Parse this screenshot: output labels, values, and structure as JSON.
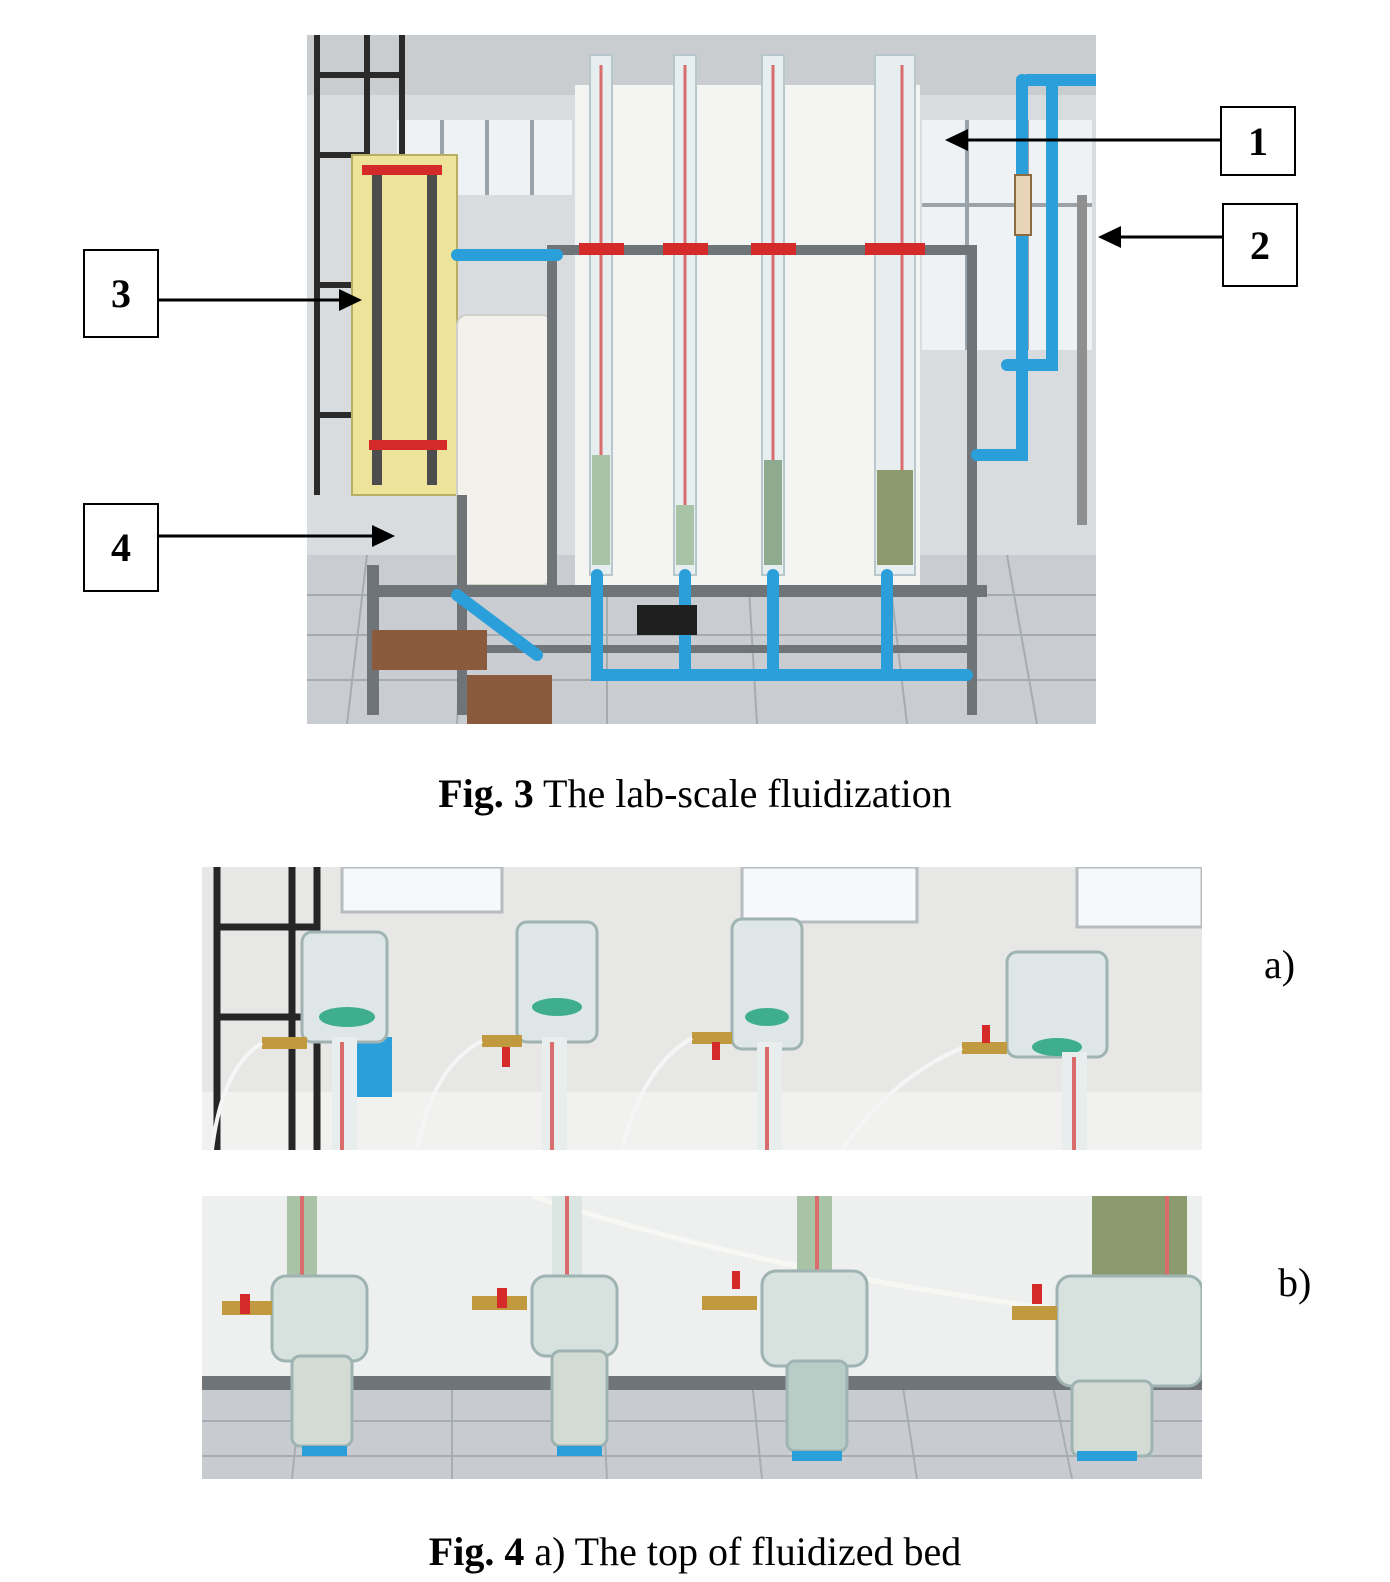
{
  "figure3": {
    "callouts": [
      "1",
      "2",
      "3",
      "4"
    ],
    "caption_label": "Fig. 3",
    "caption_text": " The lab-scale fluidization"
  },
  "figure4": {
    "panel_a_label": "a)",
    "panel_b_label": "b)",
    "caption_label": "Fig. 4",
    "caption_text": " a) The top of fluidized bed"
  },
  "colors": {
    "pipe_blue": "#2b9fd9",
    "frame_grey": "#6f7479",
    "valve_red": "#d42a2a",
    "scale_yellow": "#ede39a",
    "floor_tile": "#c9cdd1"
  }
}
